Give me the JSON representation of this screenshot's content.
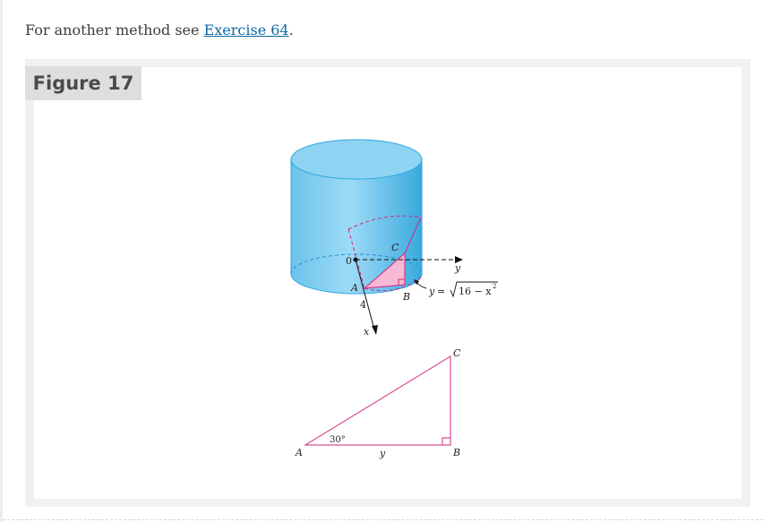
{
  "intro": {
    "text_before": "For another method see ",
    "link_text": "Exercise 64",
    "text_after": "."
  },
  "figure": {
    "label": "Figure 17",
    "top_diagram": {
      "origin_label": "0",
      "point_a": "A",
      "point_b": "B",
      "point_c": "C",
      "radius_label": "4",
      "x_axis": "x",
      "y_axis": "y",
      "curve_prefix": "y",
      "curve_equals": "=",
      "curve_radicand": "16 − x",
      "curve_exponent": "2"
    },
    "bottom_triangle": {
      "point_a": "A",
      "point_b": "B",
      "point_c": "C",
      "angle_label": "30°",
      "base_label": "y"
    }
  },
  "colors": {
    "cylinder": "#7ecdf0",
    "cylinder_top": "#8fd3f3",
    "cylinder_edge": "#2aa6dc",
    "wedge": "#f7b9d3",
    "wedge_edge": "#d4267f",
    "link": "#0a6aa1"
  }
}
